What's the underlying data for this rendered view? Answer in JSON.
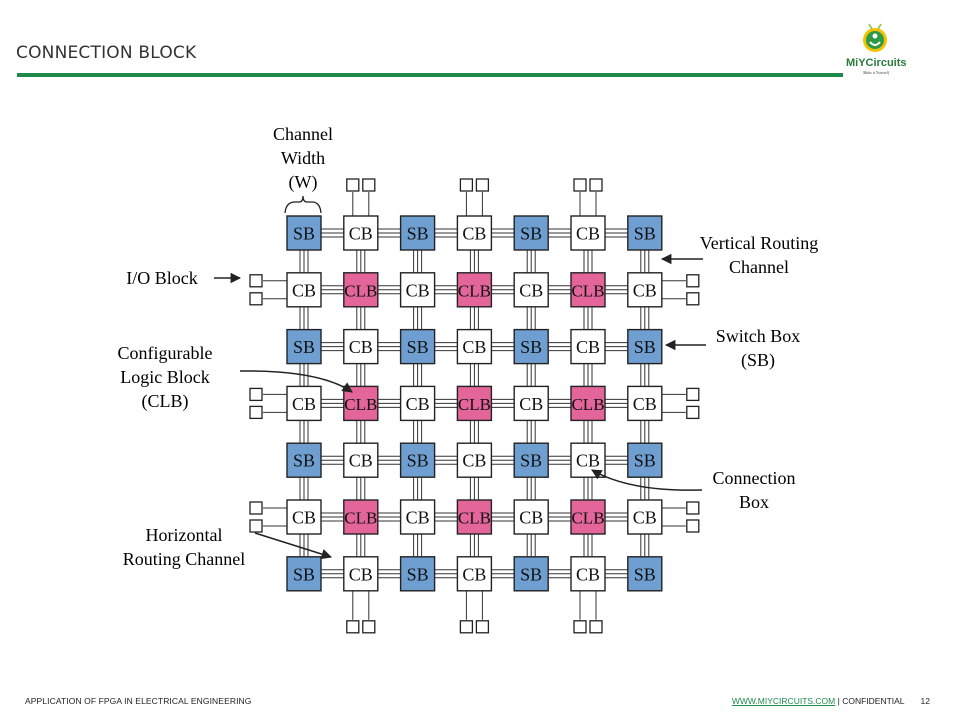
{
  "header": {
    "title": "CONNECTION BLOCK",
    "logo_text": "MiYCircuits",
    "logo_tagline": "Make it Yourself"
  },
  "diagram": {
    "grid": [
      [
        "SB",
        "CB",
        "SB",
        "CB",
        "SB",
        "CB",
        "SB"
      ],
      [
        "CB",
        "CLB",
        "CB",
        "CLB",
        "CB",
        "CLB",
        "CB"
      ],
      [
        "SB",
        "CB",
        "SB",
        "CB",
        "SB",
        "CB",
        "SB"
      ],
      [
        "CB",
        "CLB",
        "CB",
        "CLB",
        "CB",
        "CLB",
        "CB"
      ],
      [
        "SB",
        "CB",
        "SB",
        "CB",
        "SB",
        "CB",
        "SB"
      ],
      [
        "CB",
        "CLB",
        "CB",
        "CLB",
        "CB",
        "CLB",
        "CB"
      ],
      [
        "SB",
        "CB",
        "SB",
        "CB",
        "SB",
        "CB",
        "SB"
      ]
    ],
    "labels": {
      "channel_width": [
        "Channel",
        "Width",
        "(W)"
      ],
      "io_block": "I/O Block",
      "clb": [
        "Configurable",
        "Logic Block",
        "(CLB)"
      ],
      "horizontal_channel": [
        "Horizontal",
        "Routing Channel"
      ],
      "vertical_channel": [
        "Vertical Routing",
        "Channel"
      ],
      "switch_box": [
        "Switch Box",
        "(SB)"
      ],
      "connection_box": [
        "Connection",
        "Box"
      ]
    },
    "colors": {
      "sb": "#6f9fd1",
      "clb": "#e3659a",
      "cb": "#ffffff"
    }
  },
  "footer": {
    "left": "APPLICATION OF FPGA IN ELECTRICAL ENGINEERING",
    "link": "WWW.MIYCIRCUITS.COM",
    "separator": " | ",
    "confidential": "CONFIDENTIAL",
    "page": "12"
  }
}
